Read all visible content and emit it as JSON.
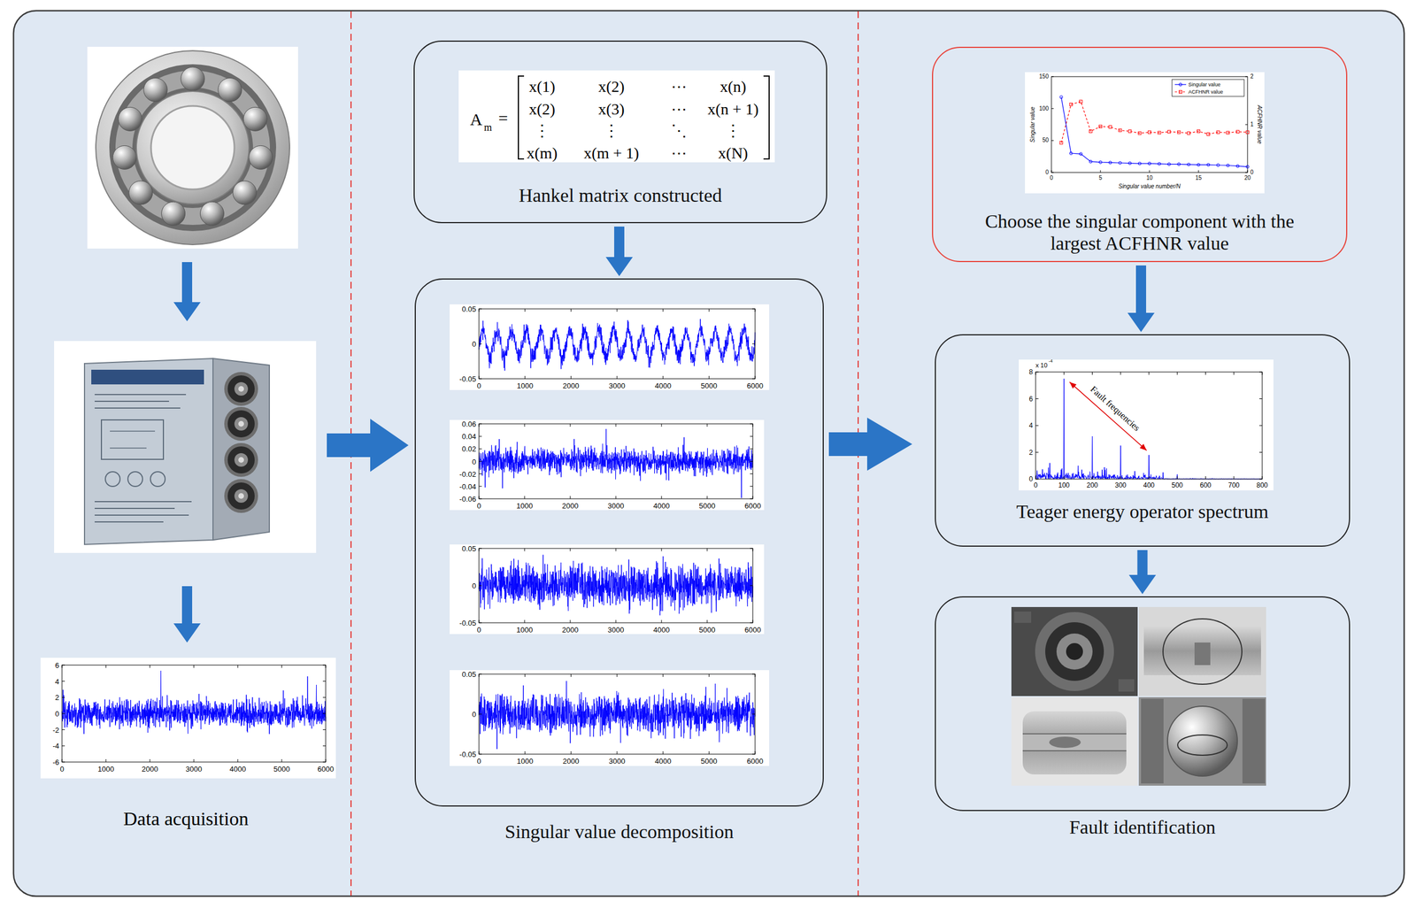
{
  "diagram": {
    "nodes": [
      {
        "text": [
          "Hankel matrix constructed"
        ]
      },
      {
        "text": [
          "Singular value decomposition"
        ]
      },
      {
        "text": [
          "Choose the singular component with the largest ACFHNR value"
        ]
      },
      {
        "text": [
          "Teager energy operator spectrum"
        ]
      },
      {
        "text": [
          "Fault identification"
        ]
      }
    ],
    "edges": [
      {
        "from": 0,
        "to": 1,
        "arrow": "to"
      },
      {
        "from": 2,
        "to": 3,
        "arrow": "to"
      },
      {
        "from": 3,
        "to": 4,
        "arrow": "to"
      }
    ],
    "labels": [
      "Data acquisition",
      "6",
      "4",
      "2",
      "0",
      "-2",
      "-4",
      "-6",
      "0",
      "1000",
      "2000",
      "3000",
      "4000",
      "5000",
      "6000",
      "A",
      "m",
      "=",
      "x(1)",
      "x(2)",
      "⋯",
      "x(n)",
      "x(2)",
      "x(3)",
      "⋯",
      "x(n + 1)",
      "⋮",
      "⋮",
      "⋱",
      "⋮",
      "x(m)",
      "x(m + 1)",
      "⋯",
      "x(N)",
      "0.05",
      "0",
      "-0.05",
      "0",
      "1000",
      "2000",
      "3000",
      "4000",
      "5000",
      "6000",
      "0.06",
      "0.04",
      "0.02",
      "0",
      "-0.02",
      "-0.04",
      "-0.06",
      "0",
      "1000",
      "2000",
      "3000",
      "4000",
      "5000",
      "6000",
      "0.05",
      "0",
      "-0.05",
      "0",
      "1000",
      "2000",
      "3000",
      "4000",
      "5000",
      "6000",
      "0.05",
      "0",
      "-0.05",
      "0",
      "1000",
      "2000",
      "3000",
      "4000",
      "5000",
      "6000",
      "150",
      "100",
      "50",
      "0",
      "2",
      "1",
      "0",
      "0",
      "5",
      "10",
      "15",
      "20",
      "Singular value",
      "ACFHNR value",
      "Singular value number/N",
      "x 10",
      "-4",
      "8",
      "6",
      "4",
      "2",
      "0",
      "0",
      "100",
      "200",
      "300",
      "400",
      "500",
      "600",
      "700",
      "800",
      "Fault frequencies"
    ],
    "legend": [
      {
        "text": "Singular value"
      },
      {
        "text": "ACFHNR value"
      }
    ]
  }
}
